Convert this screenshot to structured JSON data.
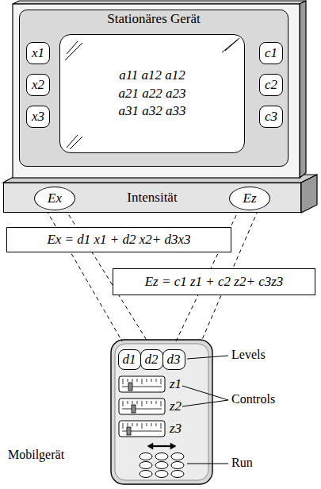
{
  "diagram": {
    "nodes": [
      {
        "text": [
          "Stationäres Gerät"
        ]
      },
      {
        "text": [
          "x1"
        ],
        "in": 0
      },
      {
        "text": [
          "x2"
        ],
        "in": 0
      },
      {
        "text": [
          "x3"
        ],
        "in": 0
      },
      {
        "text": [
          "a11 a12 a12",
          "a21 a22 a23",
          "a31 a32 a33"
        ],
        "in": 0
      },
      {
        "text": [
          "c1"
        ],
        "in": 0
      },
      {
        "text": [
          "c2"
        ],
        "in": 0
      },
      {
        "text": [
          "c3"
        ],
        "in": 0
      },
      {
        "text": [
          "Intensität"
        ]
      },
      {
        "text": [
          "Ex"
        ],
        "in": 8
      },
      {
        "text": [
          "Ez"
        ],
        "in": 8
      },
      {
        "text": [
          "Ex = d1 x1 + d2 x2+ d3x3"
        ]
      },
      {
        "text": [
          "Ez = c1 z1 + c2 z2+ c3z3"
        ]
      },
      {
        "text": [
          "Mobilgerät"
        ]
      },
      {
        "text": [
          "d1"
        ],
        "in": 13
      },
      {
        "text": [
          "d2"
        ],
        "in": 13
      },
      {
        "text": [
          "d3"
        ],
        "in": 13
      }
    ],
    "edges": [
      {
        "from": 9,
        "to": 13,
        "arrow": "none"
      },
      {
        "from": 10,
        "to": 13,
        "arrow": "none"
      }
    ],
    "labels": [
      "z1",
      "z2",
      "z3",
      "Levels",
      "Controls",
      "Run"
    ]
  }
}
